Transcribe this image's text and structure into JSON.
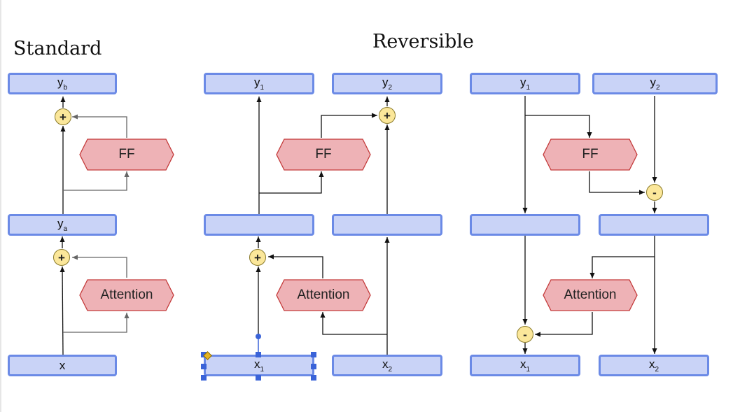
{
  "titles": {
    "standard": "Standard",
    "reversible": "Reversible"
  },
  "standard": {
    "top": {
      "main": "y",
      "sub": "b"
    },
    "mid": {
      "main": "y",
      "sub": "a"
    },
    "bottom": {
      "main": "x",
      "sub": ""
    },
    "ff": "FF",
    "attention": "Attention",
    "op_top": "+",
    "op_bottom": "+"
  },
  "forward": {
    "y1": {
      "main": "y",
      "sub": "1"
    },
    "y2": {
      "main": "y",
      "sub": "2"
    },
    "x1": {
      "main": "x",
      "sub": "1"
    },
    "x2": {
      "main": "x",
      "sub": "2"
    },
    "ff": "FF",
    "attention": "Attention",
    "op_top": "+",
    "op_bottom": "+"
  },
  "inverse": {
    "y1": {
      "main": "y",
      "sub": "1"
    },
    "y2": {
      "main": "y",
      "sub": "2"
    },
    "x1": {
      "main": "x",
      "sub": "1"
    },
    "x2": {
      "main": "x",
      "sub": "2"
    },
    "ff": "FF",
    "attention": "Attention",
    "op_top": "-",
    "op_bottom": "-"
  },
  "colors": {
    "box_fill": "#c9d3f7",
    "box_border": "#6b8ae6",
    "hex_fill": "#eeb2b6",
    "hex_border": "#c43a3a",
    "op_fill": "#fbe79a",
    "selection": "#3a63d8"
  }
}
